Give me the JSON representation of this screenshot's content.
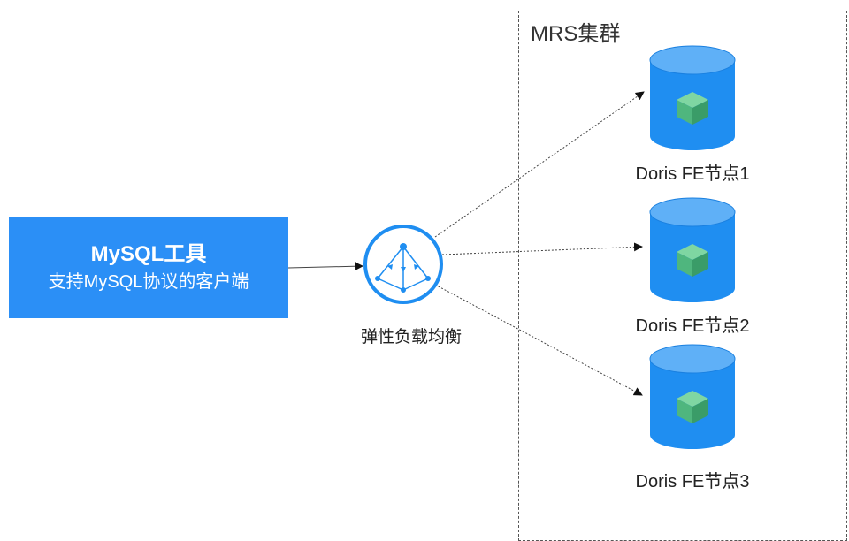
{
  "cluster": {
    "title": "MRS集群"
  },
  "client": {
    "title": "MySQL工具",
    "subtitle": "支持MySQL协议的客户端"
  },
  "load_balancer": {
    "label": "弹性负载均衡",
    "icon": "load-balancer-icon"
  },
  "nodes": [
    {
      "label": "Doris FE节点1",
      "icon": "database-icon"
    },
    {
      "label": "Doris FE节点2",
      "icon": "database-icon"
    },
    {
      "label": "Doris FE节点3",
      "icon": "database-icon"
    }
  ],
  "colors": {
    "accent": "#2b8ff6",
    "db": "#1f8ef1",
    "cube": "#5dc08a"
  }
}
